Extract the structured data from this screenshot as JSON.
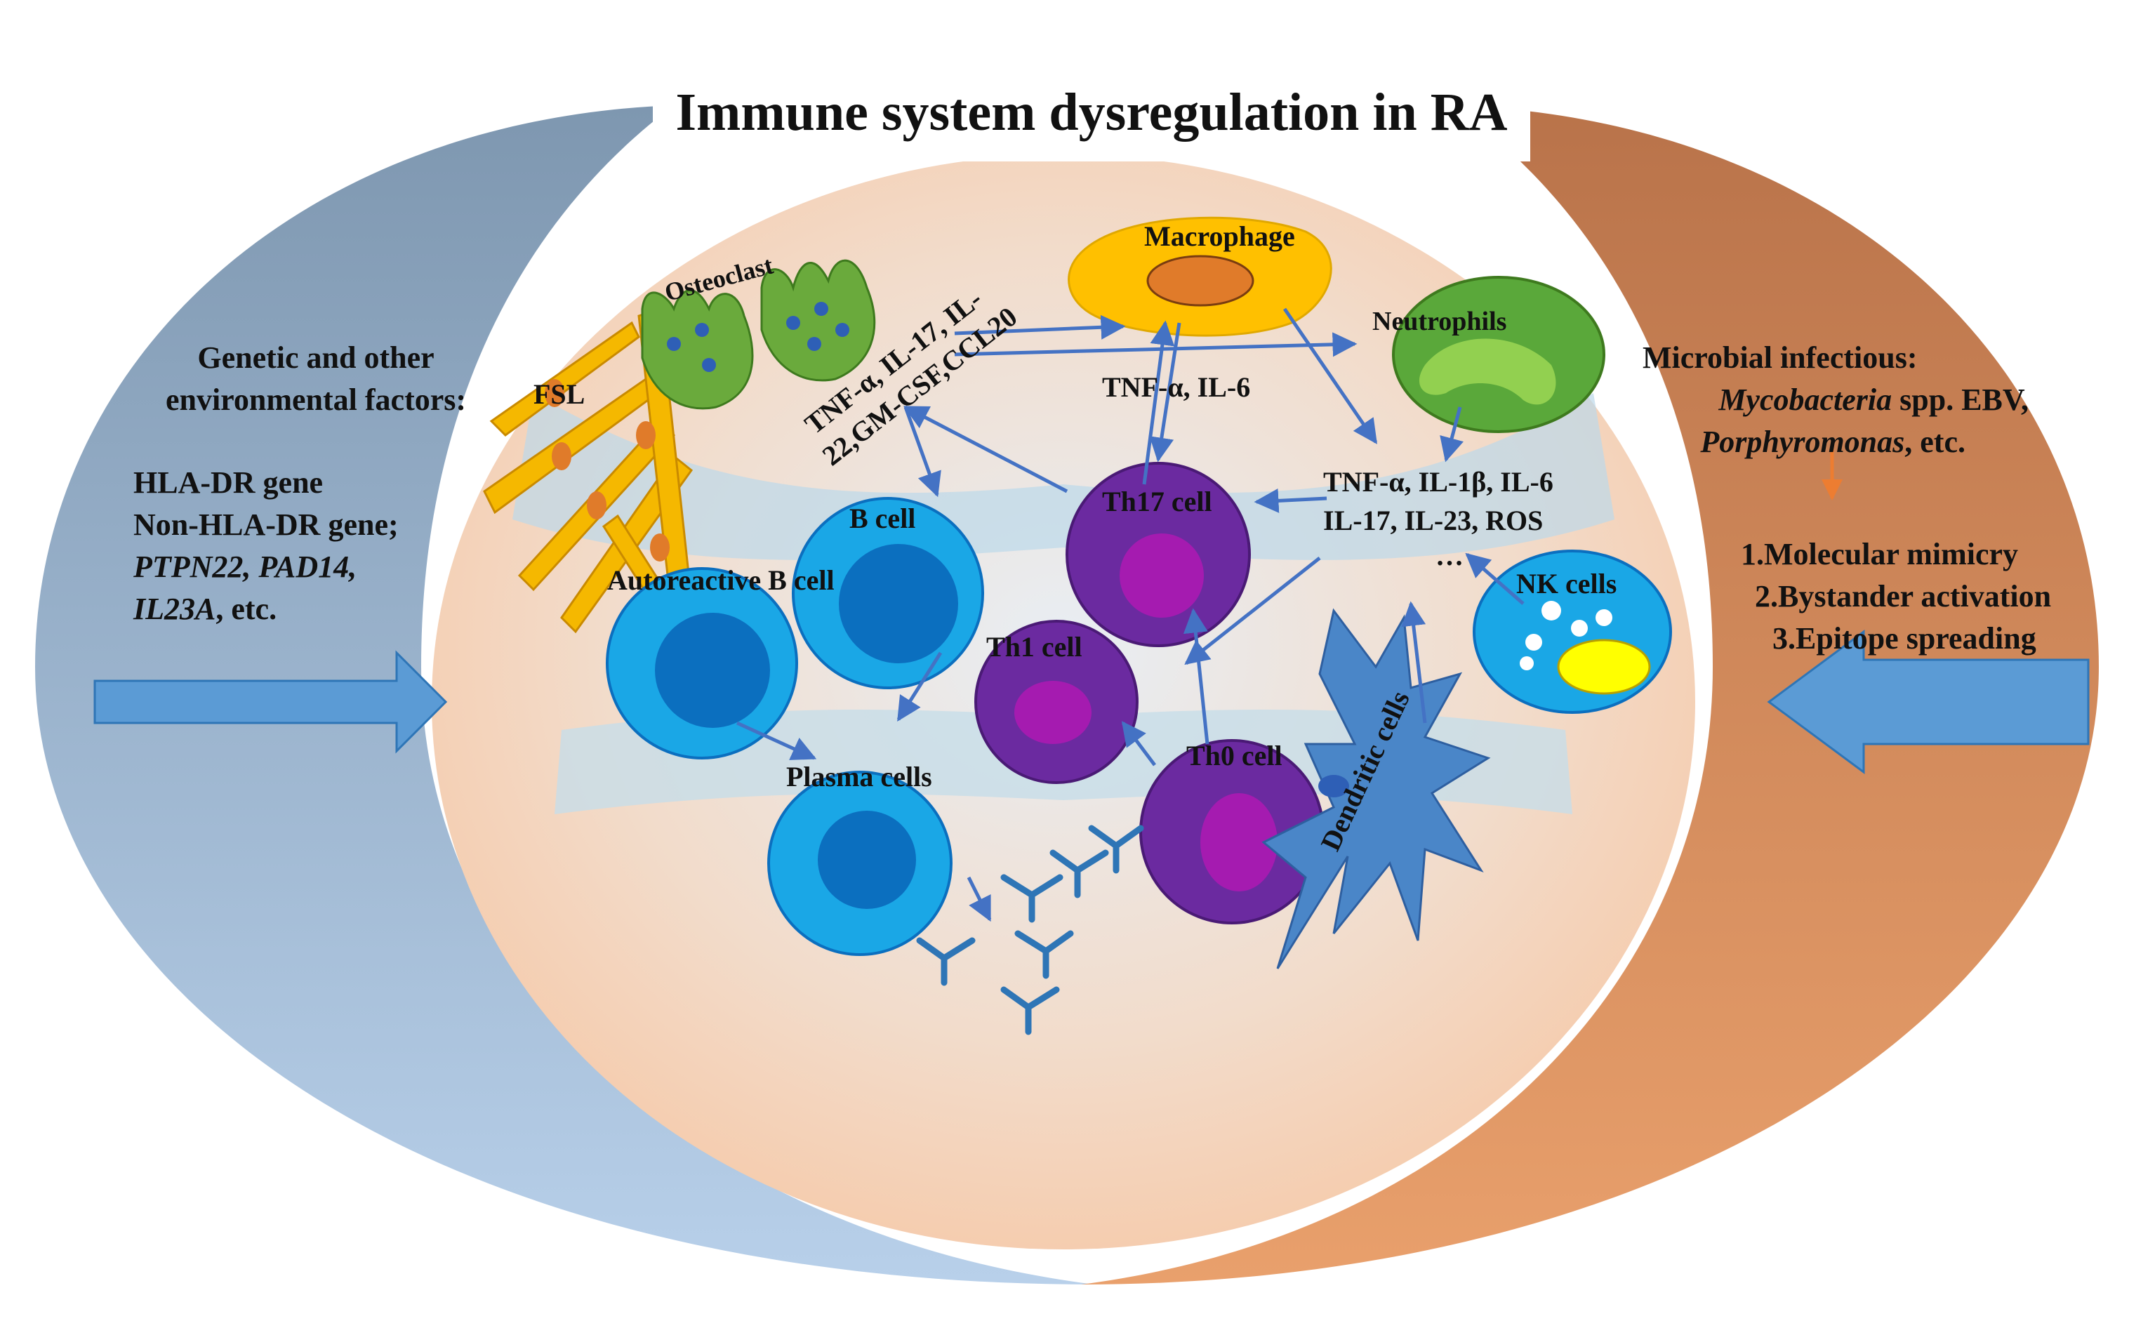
{
  "title": "Immune system dysregulation in RA",
  "colors": {
    "left_arc": "#7f9bb6",
    "right_arc": "#d08a5a",
    "cell_blue": "#1aa7e6",
    "cell_blue_nucleus": "#0b6fbf",
    "th_purple": "#6b2aa0",
    "th_nucleus": "#a51bb0",
    "macrophage": "#ffc000",
    "neutrophil": "#5aa83a",
    "osteoclast": "#6aaa3c",
    "fsl": "#f5b800",
    "arrow": "#4472c4",
    "big_arrow": "#5b9bd5"
  },
  "left_panel": {
    "heading_line1": "Genetic and  other",
    "heading_line2": "environmental factors:",
    "gene1": "HLA-DR gene",
    "gene2": "Non-HLA-DR gene;",
    "gene3": "PTPN22, PAD14,",
    "gene4_italic": "IL23A",
    "gene4_rest": ", etc."
  },
  "right_panel": {
    "heading": "Microbial infectious:",
    "line2_italic": "Mycobacteria",
    "line2_rest": " spp. EBV,",
    "line3_italic": "Porphyromonas",
    "line3_rest": ", etc.",
    "mech1": "1.Molecular mimicry",
    "mech2": "2.Bystander activation",
    "mech3": "3.Epitope spreading"
  },
  "labels": {
    "osteoclast": "Osteoclast",
    "fsl": "FSL",
    "cytokines_left_1": "TNF-α, IL-17, IL-",
    "cytokines_left_2": "22,GM-CSF,CCL20",
    "macrophage": "Macrophage",
    "neutrophils": "Neutrophils",
    "tnf_il6": "TNF-α, IL-6",
    "cytokines_right_1": "TNF-α, IL-1β, IL-6",
    "cytokines_right_2": "IL-17, IL-23, ROS",
    "ellipsis": "…",
    "b_cell": "B cell",
    "autoreactive_b": "Autoreactive B cell",
    "th17": "Th17 cell",
    "th1": "Th1 cell",
    "th0": "Th0 cell",
    "plasma": "Plasma cells",
    "nk": "NK cells",
    "dendritic": "Dendritic cells"
  }
}
